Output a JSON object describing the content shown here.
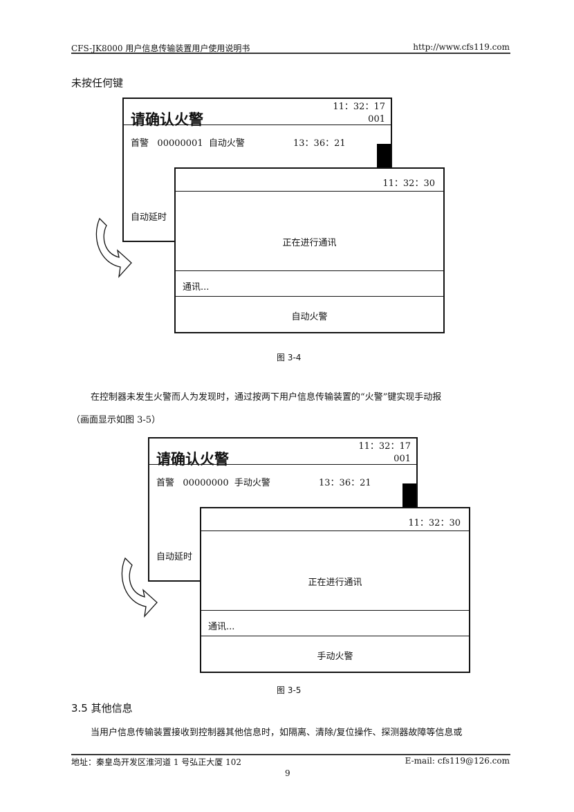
{
  "header": {
    "left": "CFS-JK8000 用户信息传输装置用户使用说明书",
    "right": "http://www.cfs119.com"
  },
  "section_no_key": "未按任何键",
  "figure1": {
    "back": {
      "title": "请确认火警",
      "time": "11：32：17",
      "count": "001",
      "row_label": "首警",
      "row_code": "00000001",
      "row_type": "自动火警",
      "row_time": "13：36：21",
      "delay": "自动延时"
    },
    "front": {
      "time": "11：32：30",
      "message": "正在进行通讯",
      "status": "通讯...",
      "type": "自动火警"
    },
    "caption": "图 3-4"
  },
  "paragraph1": {
    "line1": "在控制器未发生火警而人为发现时，通过按两下用户信息传输装置的“火警”键实现手动报",
    "line2": "（画面显示如图 3-5）"
  },
  "figure2": {
    "back": {
      "title": "请确认火警",
      "time": "11：32：17",
      "count": "001",
      "row_label": "首警",
      "row_code": "00000000",
      "row_type": "手动火警",
      "row_time": "13：36：21",
      "delay": "自动延时"
    },
    "front": {
      "time": "11：32：30",
      "message": "正在进行通讯",
      "status": "通讯...",
      "type": "手动火警"
    },
    "caption": "图 3-5"
  },
  "section": {
    "heading": "3.5 其他信息",
    "text": "当用户信息传输装置接收到控制器其他信息时，如隔离、清除/复位操作、探测器故障等信息或"
  },
  "footer": {
    "address": "地址：秦皇岛开发区淮河道 1 号弘正大厦 102",
    "email": "E-mail:  cfs119@126.com",
    "page": "9"
  }
}
